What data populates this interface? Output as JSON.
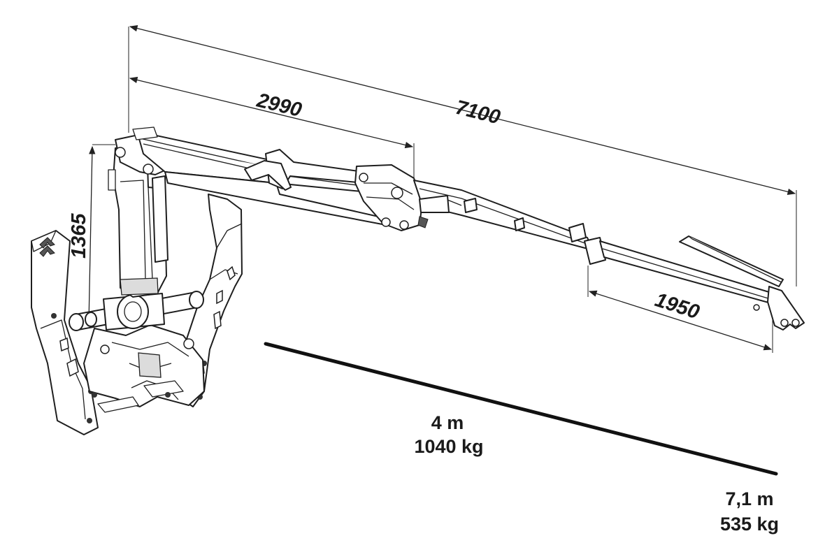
{
  "dimensions": {
    "total_reach": "7100",
    "main_boom": "2990",
    "extension": "1950",
    "column_height": "1365"
  },
  "reach_scale": {
    "short": {
      "reach": "4 m",
      "weight": "1040 kg"
    },
    "long": {
      "reach": "7,1 m",
      "weight": "535 kg"
    }
  }
}
